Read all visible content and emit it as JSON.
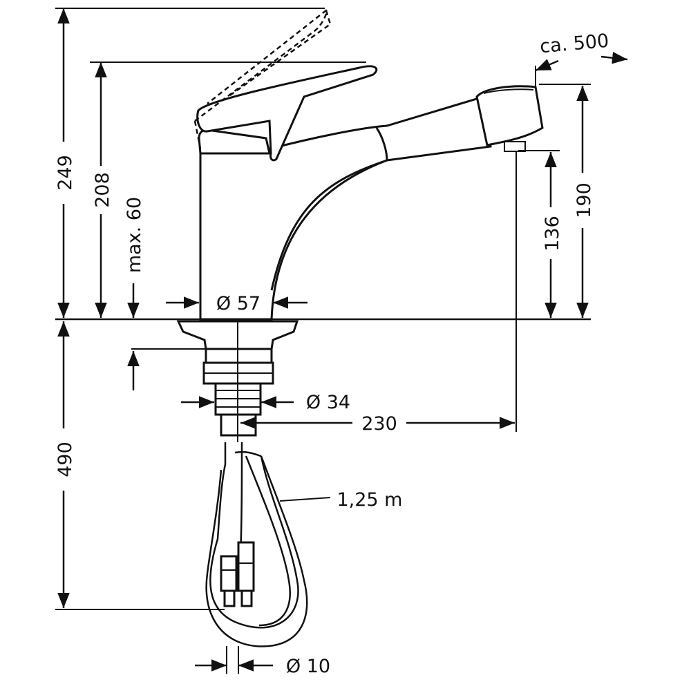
{
  "dimensions": {
    "height_total": "249",
    "height_lever": "208",
    "max_deck": "max. 60",
    "base_diameter": "Ø 57",
    "shank_diameter": "Ø 34",
    "below_deck": "490",
    "spout_reach": "230",
    "hose_length": "1,25 m",
    "hose_diameter": "Ø 10",
    "pullout_length": "ca. 500",
    "spout_clearance": "136",
    "spout_height": "190"
  }
}
